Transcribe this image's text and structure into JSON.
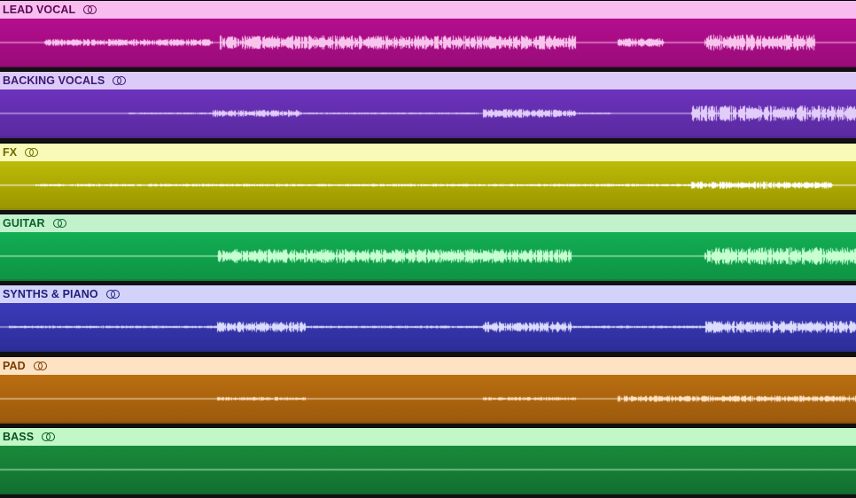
{
  "tracks": [
    {
      "name": "LEAD VOCAL",
      "header": "#f9bcef",
      "text": "#5a0a52",
      "body_top": "#b40d8e",
      "body_bot": "#9a0c7a",
      "wave": "#f8c4ee",
      "icon": "link-icon"
    },
    {
      "name": "BACKING VOCALS",
      "header": "#dccaf8",
      "text": "#3a1a72",
      "body_top": "#6c32bc",
      "body_bot": "#5a2aa0",
      "wave": "#e2cdfa",
      "icon": "link-icon"
    },
    {
      "name": "FX",
      "header": "#fafab8",
      "text": "#6a6a00",
      "body_top": "#bcbc08",
      "body_bot": "#9c9600",
      "wave": "#ffffff",
      "icon": "link-icon"
    },
    {
      "name": "GUITAR",
      "header": "#c2f2cc",
      "text": "#0a6030",
      "body_top": "#12ae54",
      "body_bot": "#0e9444",
      "wave": "#c6ffd0",
      "icon": "link-icon"
    },
    {
      "name": "SYNTHS & PIANO",
      "header": "#d2d2fa",
      "text": "#20207a",
      "body_top": "#3a3ab8",
      "body_bot": "#2e2e9a",
      "wave": "#dcdcff",
      "icon": "link-icon"
    },
    {
      "name": "PAD",
      "header": "#fde2c4",
      "text": "#7a3a00",
      "body_top": "#ba6e10",
      "body_bot": "#9c5a0c",
      "wave": "#fde2c4",
      "icon": "link-icon"
    },
    {
      "name": "BASS",
      "header": "#c2f8c8",
      "text": "#0a5020",
      "body_top": "#1a8a3a",
      "body_bot": "#127030",
      "wave": "#c2f8c8",
      "icon": "link-icon"
    }
  ]
}
